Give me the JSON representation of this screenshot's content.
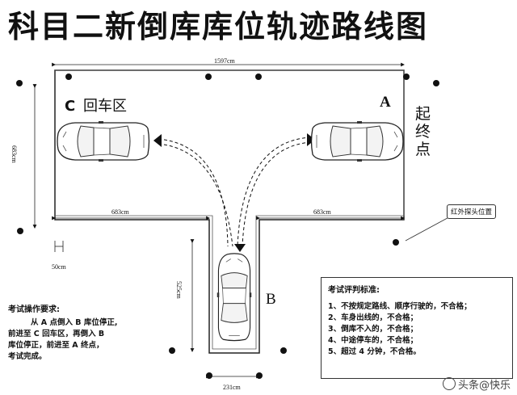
{
  "title": "科目二新倒库库位轨迹路线图",
  "labels": {
    "top_width": "1597cm",
    "left_height": "683cm",
    "bottom_left_width": "683cm",
    "bottom_right_width": "683cm",
    "offset": "50cm",
    "lane_length": "525cm",
    "lane_width": "231cm",
    "point_c": "C",
    "return_zone": "回车区",
    "point_a": "A",
    "start_end": "起终点",
    "point_b": "B",
    "sensor": "红外探头位置"
  },
  "requirements": {
    "title": "考试操作要求:",
    "lines": [
      "从 A 点倒入 B 库位停正,",
      "前进至 C 回车区，再倒入 B",
      "库位停正，前进至 A 终点，",
      "考试完成。"
    ]
  },
  "criteria": {
    "title": "考试评判标准:",
    "items": [
      "1、不按规定路线、顺序行驶的，不合格；",
      "2、车身出线的，不合格；",
      "3、倒库不入的，不合格；",
      "4、中途停车的，不合格；",
      "5、超过 4 分钟，不合格。"
    ]
  },
  "watermark": "头条@快乐"
}
